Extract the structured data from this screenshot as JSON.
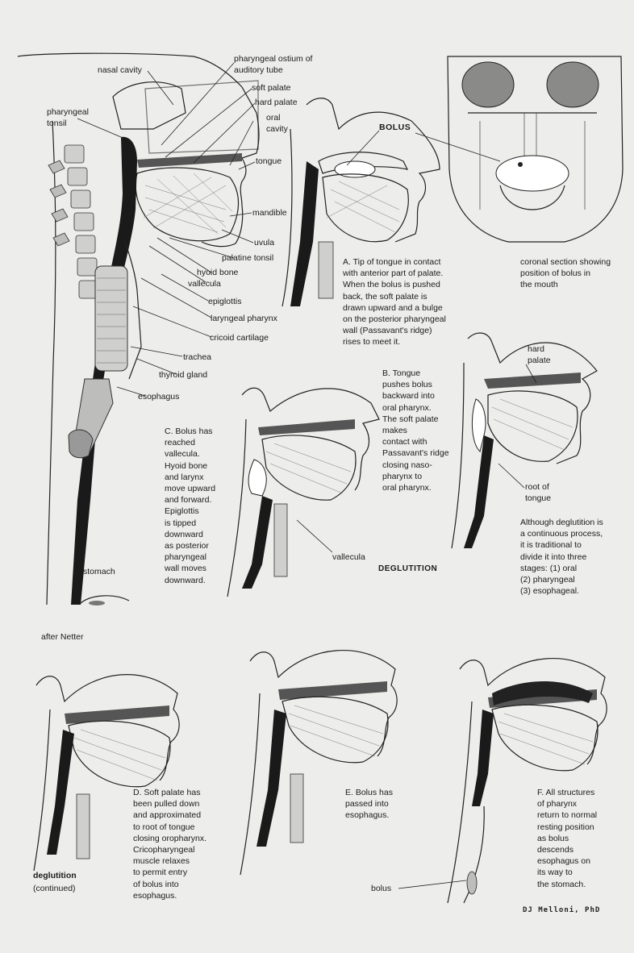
{
  "main_diagram": {
    "labels": {
      "nasal_cavity": "nasal cavity",
      "pharyngeal_ostium": "pharyngeal ostium of\nauditory tube",
      "soft_palate": "soft palate",
      "hard_palate": "hard palate",
      "oral_cavity": "oral\ncavity",
      "pharyngeal_tonsil": "pharyngeal\ntonsil",
      "tongue": "tongue",
      "mandible": "mandible",
      "uvula": "uvula",
      "palatine_tonsil": "palatine tonsil",
      "hyoid_bone": "hyoid bone",
      "vallecula": "vallecula",
      "epiglottis": "epiglottis",
      "laryngeal_pharynx": "laryngeal pharynx",
      "cricoid_cartilage": "cricoid cartilage",
      "trachea": "trachea",
      "thyroid_gland": "thyroid gland",
      "esophagus": "esophagus",
      "stomach": "stomach"
    }
  },
  "stage_a": {
    "bolus_label": "BOLUS",
    "caption": "A. Tip of tongue in contact\nwith anterior part of palate.\nWhen the bolus is pushed\nback, the soft palate is\ndrawn upward and a bulge\non the posterior pharyngeal\nwall (Passavant's ridge)\nrises to meet it."
  },
  "coronal": {
    "caption": "coronal section showing\nposition of bolus in\nthe mouth"
  },
  "stage_b": {
    "hard_palate": "hard\npalate",
    "root_of_tongue": "root of\ntongue",
    "caption": "B. Tongue\npushes bolus\nbackward into\noral pharynx.\nThe soft palate\nmakes\ncontact with\nPassavant's ridge\nclosing naso-\npharynx to\noral pharynx."
  },
  "stage_c": {
    "vallecula": "vallecula",
    "caption": "C. Bolus has\nreached\nvallecula.\nHyoid bone\nand larynx\nmove upward\nand forward.\nEpiglottis\nis tipped\ndownward\nas posterior\npharyngeal\nwall moves\ndownward."
  },
  "deglutition_title": "DEGLUTITION",
  "stages_note": "Although deglutition is\na continuous process,\nit is traditional to\ndivide it into three\nstages: (1) oral\n(2) pharyngeal\n(3) esophageal.",
  "after_netter": "after Netter",
  "continued": {
    "title": "deglutition",
    "sub": "(continued)"
  },
  "stage_d": {
    "caption": "D. Soft palate has\nbeen pulled down\nand approximated\nto root of tongue\nclosing oropharynx.\nCricopharyngeal\nmuscle relaxes\nto permit entry\nof bolus into\nesophagus."
  },
  "stage_e": {
    "caption": "E. Bolus has\npassed into\nesophagus."
  },
  "stage_f": {
    "bolus": "bolus",
    "caption": "F. All structures\nof pharynx\nreturn to normal\nresting position\nas bolus\ndescends\nesophagus on\nits way to\nthe stomach."
  },
  "signature": "DJ Melloni, PhD"
}
